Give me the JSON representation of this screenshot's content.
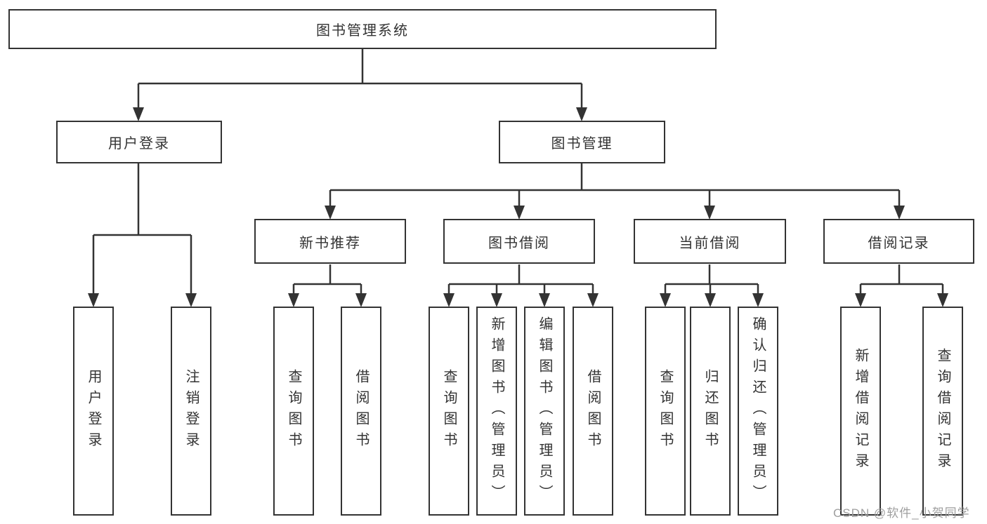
{
  "diagram": {
    "type": "tree",
    "colors": {
      "line": "#333333",
      "box_border": "#333333",
      "box_fill": "#ffffff",
      "text": "#333333",
      "background": "#ffffff",
      "watermark_text": "#9e9e9e"
    },
    "root": {
      "label": "图书管理系统",
      "children": [
        {
          "label": "用户登录",
          "children": [
            {
              "label": "用户登录"
            },
            {
              "label": "注销登录"
            }
          ]
        },
        {
          "label": "图书管理",
          "children": [
            {
              "label": "新书推荐",
              "children": [
                {
                  "label": "查询图书"
                },
                {
                  "label": "借阅图书"
                }
              ]
            },
            {
              "label": "图书借阅",
              "children": [
                {
                  "label": "查询图书"
                },
                {
                  "label": "新增图书（管理员）"
                },
                {
                  "label": "编辑图书（管理员）"
                },
                {
                  "label": "借阅图书"
                }
              ]
            },
            {
              "label": "当前借阅",
              "children": [
                {
                  "label": "查询图书"
                },
                {
                  "label": "归还图书"
                },
                {
                  "label": "确认归还（管理员）"
                }
              ]
            },
            {
              "label": "借阅记录",
              "children": [
                {
                  "label": "新增借阅记录"
                },
                {
                  "label": "查询借阅记录"
                }
              ]
            }
          ]
        }
      ]
    }
  },
  "watermark": {
    "text": "CSDN @软件_小贺同学"
  }
}
